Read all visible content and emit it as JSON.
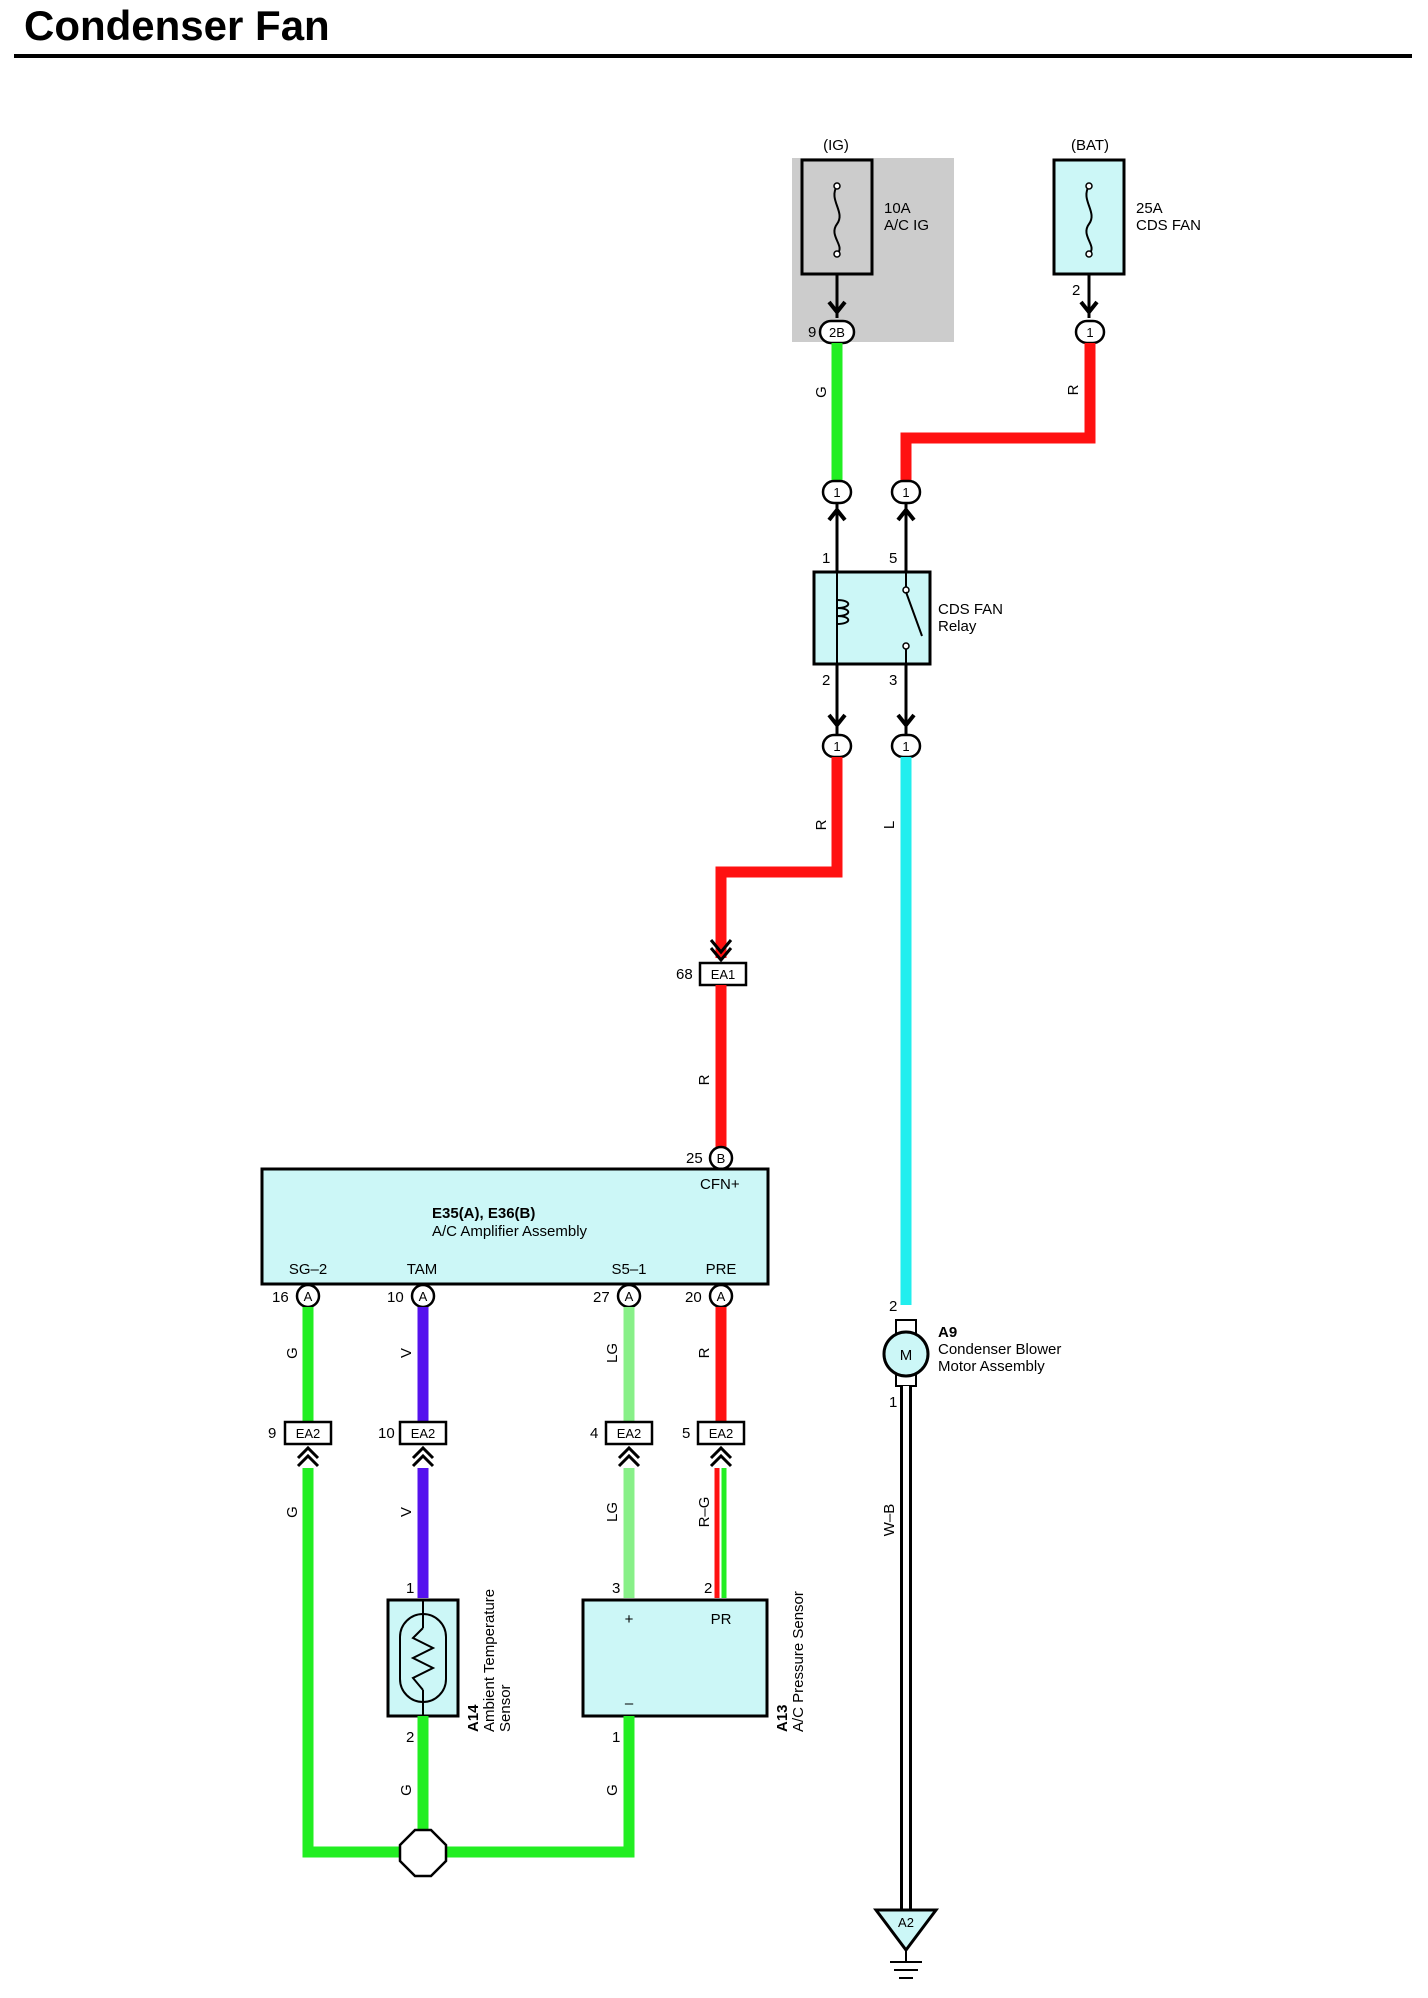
{
  "title": "Condenser Fan",
  "colors": {
    "wire_g": "#22ee22",
    "wire_r": "#ff1111",
    "wire_l": "#22eeee",
    "wire_v": "#5511ee",
    "wire_lg": "#88f088",
    "wire_wb": "#ffffff",
    "component_fill": "#ccf7f7",
    "fuse_box_shade": "#cccccc"
  },
  "fuses": {
    "ig": {
      "header": "(IG)",
      "rating": "10A",
      "name": "A/C IG",
      "terminal_pin": "9",
      "connector": "2B"
    },
    "bat": {
      "header": "(BAT)",
      "rating": "25A",
      "name": "CDS FAN",
      "terminal_pin": "2",
      "connector": "1"
    }
  },
  "relay": {
    "name_line1": "CDS FAN",
    "name_line2": "Relay",
    "pin_1": "1",
    "pin_5": "5",
    "pin_2": "2",
    "pin_3": "3",
    "connector": "1"
  },
  "wires": {
    "ig_g": "G",
    "bat_r": "R",
    "relay2_r": "R",
    "relay3_l": "L",
    "ea1_r": "R",
    "sg2_g": "G",
    "tam_v": "V",
    "s51_lg": "LG",
    "pre_r": "R",
    "g_lower": "G",
    "v_lower": "V",
    "lg_lower": "LG",
    "rg_lower": "R–G",
    "a14_g": "G",
    "a13_g": "G",
    "motor_wb": "W–B"
  },
  "ea1": {
    "pin": "68",
    "label": "EA1"
  },
  "amplifier": {
    "title": "E35(A), E36(B)",
    "subtitle": "A/C Amplifier Assembly",
    "cfn_label": "CFN+",
    "cfn_pin": "25",
    "cfn_conn": "B",
    "terminals": [
      {
        "label": "SG–2",
        "pin": "16",
        "conn": "A"
      },
      {
        "label": "TAM",
        "pin": "10",
        "conn": "A"
      },
      {
        "label": "S5–1",
        "pin": "27",
        "conn": "A"
      },
      {
        "label": "PRE",
        "pin": "20",
        "conn": "A"
      }
    ]
  },
  "ea2": [
    {
      "pin": "9",
      "label": "EA2"
    },
    {
      "pin": "10",
      "label": "EA2"
    },
    {
      "pin": "4",
      "label": "EA2"
    },
    {
      "pin": "5",
      "label": "EA2"
    }
  ],
  "a14": {
    "code": "A14",
    "name_line1": "Ambient Temperature",
    "name_line2": "Sensor",
    "pin_top": "1",
    "pin_bottom": "2"
  },
  "a13": {
    "code": "A13",
    "name": "A/C Pressure Sensor",
    "pin_plus": "3",
    "pin_pr": "2",
    "pin_minus": "1",
    "plus": "+",
    "pr": "PR",
    "minus": "–"
  },
  "a9": {
    "code": "A9",
    "name_line1": "Condenser Blower",
    "name_line2": "Motor Assembly",
    "pin_top": "2",
    "pin_bottom": "1",
    "motor": "M"
  },
  "ground": {
    "label": "A2"
  }
}
